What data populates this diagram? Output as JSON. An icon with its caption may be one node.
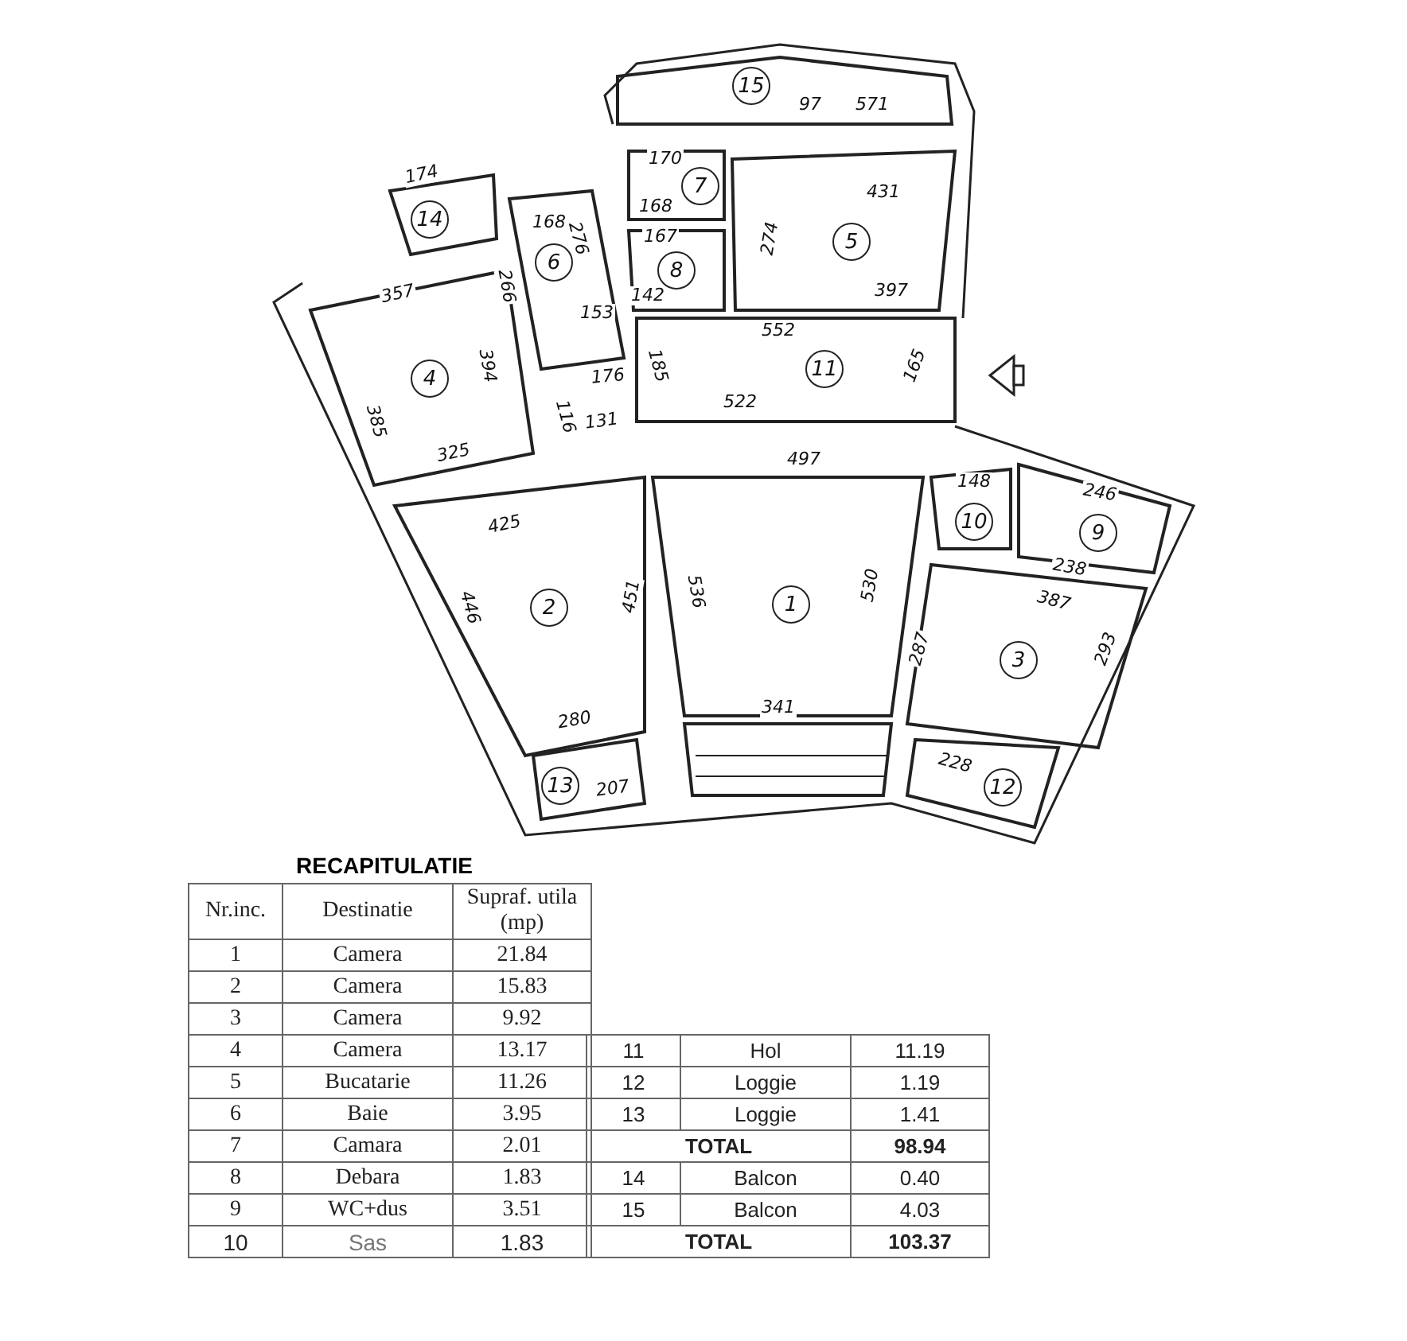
{
  "diagram": {
    "nodes": [
      {
        "text": [
          "15"
        ]
      },
      {
        "text": [
          "7"
        ]
      },
      {
        "text": [
          "14"
        ]
      },
      {
        "text": [
          "5"
        ]
      },
      {
        "text": [
          "6"
        ]
      },
      {
        "text": [
          "8"
        ]
      },
      {
        "text": [
          "4"
        ]
      },
      {
        "text": [
          "11"
        ]
      },
      {
        "text": [
          "10"
        ]
      },
      {
        "text": [
          "9"
        ]
      },
      {
        "text": [
          "1"
        ]
      },
      {
        "text": [
          "2"
        ]
      },
      {
        "text": [
          "3"
        ]
      },
      {
        "text": [
          "13"
        ]
      },
      {
        "text": [
          "12"
        ]
      }
    ],
    "labels": [
      "174",
      "357",
      "394",
      "385",
      "325",
      "266",
      "168",
      "276",
      "153",
      "176",
      "185",
      "116",
      "131",
      "97",
      "571",
      "170",
      "168",
      "167",
      "142",
      "431",
      "274",
      "397",
      "552",
      "522",
      "165",
      "497",
      "425",
      "446",
      "451",
      "536",
      "530",
      "341",
      "280",
      "207",
      "148",
      "246",
      "238",
      "387",
      "287",
      "293",
      "228",
      "RECAPITULATIE",
      "Nr.inc.",
      "Destinatie",
      "Supraf. utila (mp)",
      "1",
      "Camera",
      "21.84",
      "2",
      "Camera",
      "15.83",
      "3",
      "Camera",
      "9.92",
      "4",
      "Camera",
      "13.17",
      "5",
      "Bucatarie",
      "11.26",
      "6",
      "Baie",
      "3.95",
      "7",
      "Camara",
      "2.01",
      "8",
      "Debara",
      "1.83",
      "9",
      "WC+dus",
      "3.51",
      "10",
      "Sas",
      "1.83",
      "11",
      "Hol",
      "11.19",
      "12",
      "Loggie",
      "1.19",
      "13",
      "Loggie",
      "1.41",
      "TOTAL",
      "98.94",
      "14",
      "Balcon",
      "0.40",
      "15",
      "Balcon",
      "4.03",
      "TOTAL",
      "103.37"
    ]
  }
}
